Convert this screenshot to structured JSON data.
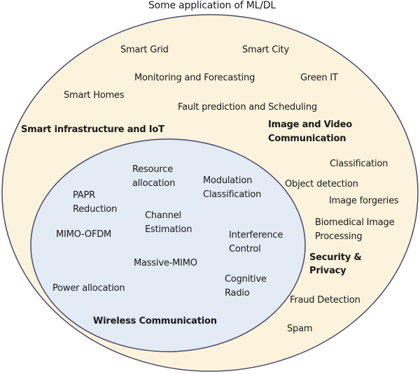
{
  "title": "Some application of ML/DL",
  "colors": {
    "outer_fill": "#fbf3dc",
    "inner_fill": "#e3ebf5",
    "stroke": "#4a4a6e"
  },
  "outer": {
    "items": {
      "smart_grid": "Smart Grid",
      "smart_city": "Smart City",
      "monitoring": "Monitoring and Forecasting",
      "green_it": "Green IT",
      "smart_homes": "Smart Homes",
      "fault": "Fault prediction and Scheduling"
    },
    "headers": {
      "smart_infra": "Smart infrastructure and IoT",
      "image_video_1": "Image and Video",
      "image_video_2": "Communication",
      "security_1": "Security &",
      "security_2": "Privacy"
    },
    "image_items": {
      "classification": "Classification",
      "object_detection": "Object detection",
      "image_forgeries": "Image forgeries",
      "biomedical_1": "Biomedical Image",
      "biomedical_2": "Processing"
    },
    "security_items": {
      "fraud": "Fraud Detection",
      "spam": "Spam"
    }
  },
  "inner": {
    "header": "Wireless Communication",
    "items": {
      "resource_1": "Resource",
      "resource_2": "allocation",
      "modulation_1": "Modulation",
      "modulation_2": "Classification",
      "papr_1": "PAPR",
      "papr_2": "Reduction",
      "channel_1": "Channel",
      "channel_2": "Estimation",
      "mimo_ofdm": "MIMO-OFDM",
      "interference_1": "Interference",
      "interference_2": "Control",
      "massive_mimo": "Massive-MIMO",
      "cognitive_1": "Cognitive",
      "cognitive_2": "Radio",
      "power": "Power allocation"
    }
  }
}
